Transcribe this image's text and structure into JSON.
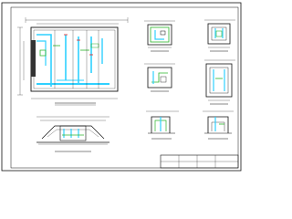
{
  "sheet": {
    "title_block": {
      "cells": [
        "",
        "",
        "",
        ""
      ]
    }
  },
  "colors": {
    "linework": "#111111",
    "pipe_cyan": "#2fd0ff",
    "accent_green": "#2bb52b",
    "accent_red": "#e02020",
    "background": "#ffffff"
  },
  "views": [
    {
      "id": "main-plan",
      "label": ""
    },
    {
      "id": "detail-top-mid",
      "label": ""
    },
    {
      "id": "detail-top-right",
      "label": ""
    },
    {
      "id": "detail-mid-mid",
      "label": ""
    },
    {
      "id": "detail-mid-right",
      "label": ""
    },
    {
      "id": "section-bottom-left",
      "label": ""
    },
    {
      "id": "section-bottom-mid",
      "label": ""
    },
    {
      "id": "section-bottom-right",
      "label": ""
    }
  ]
}
